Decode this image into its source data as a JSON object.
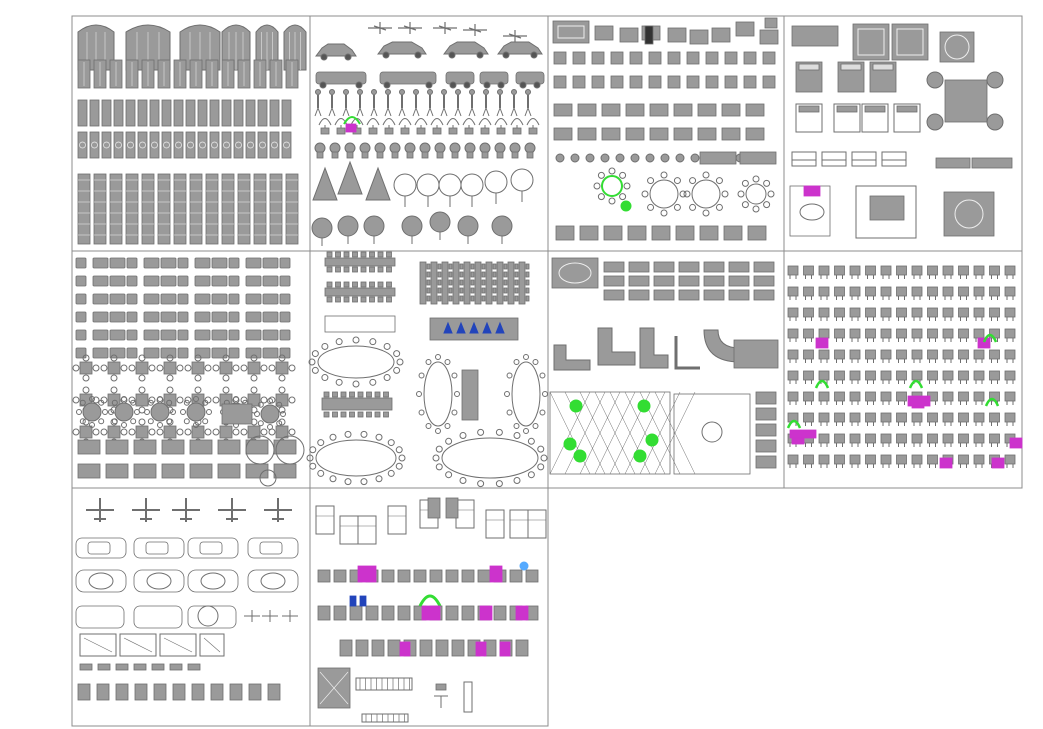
{
  "colors": {
    "background": "#ffffff",
    "panel_border": "#8c8c8c",
    "block_fill": "#9a9a9a",
    "block_stroke": "#6f6f6f",
    "magenta": "#cc33cc",
    "green": "#33dd33",
    "blue": "#2244bb"
  },
  "panels": [
    {
      "id": "doors-windows",
      "row": 1,
      "col": 1
    },
    {
      "id": "vehicles-people-trees",
      "row": 1,
      "col": 2
    },
    {
      "id": "furniture-plan-a",
      "row": 1,
      "col": 3
    },
    {
      "id": "bedroom-suites",
      "row": 1,
      "col": 4
    },
    {
      "id": "sofas-tables",
      "row": 2,
      "col": 1
    },
    {
      "id": "conference-tables",
      "row": 2,
      "col": 2
    },
    {
      "id": "sectionals-lounges",
      "row": 2,
      "col": 3
    },
    {
      "id": "furniture-elevations",
      "row": 2,
      "col": 4
    },
    {
      "id": "planes-cars",
      "row": 3,
      "col": 1
    },
    {
      "id": "elevation-blocks",
      "row": 3,
      "col": 2
    }
  ]
}
